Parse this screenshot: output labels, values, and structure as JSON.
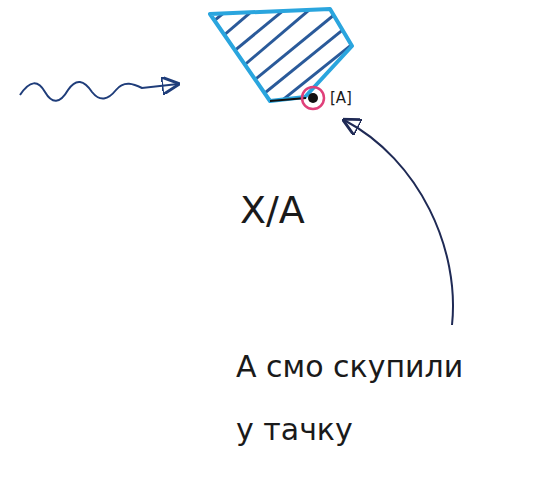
{
  "diagram": {
    "labels": [
      "[A]",
      "X/A",
      "А смо скупили у тачку"
    ]
  }
}
